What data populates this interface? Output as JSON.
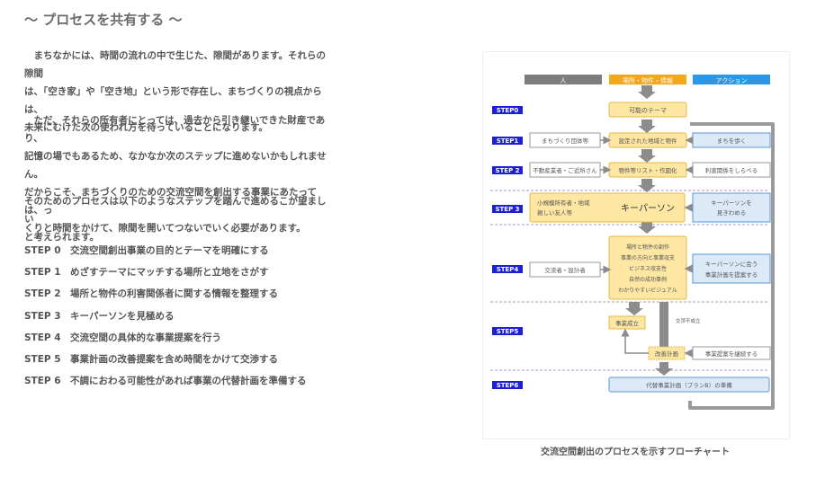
{
  "heading": "〜 プロセスを共有する 〜",
  "paragraphs": [
    "　まちなかには、時間の流れの中で生じた、隙間があります。それらの隙間\nは、「空き家」や「空き地」という形で存在し、まちづくりの視点からは、\n未来にむけた次の使われ方を待っていることになります。",
    "　ただ、それらの所有者にとっては、過去から引き継いできた財産であり、\n記憶の場でもあるため、なかなか次のステップに進めないかもしれません。\nだからこそ、まちづくりのための交流空間を創出する事業にあたっては、っ\nくりと時間をかけて、隙間を開いてつないでいく必要があります。",
    "そのためのプロセスは以下のようなステップを踏んで進めるこが望ましい\nと考えられます。"
  ],
  "steps": [
    "STEP 0　交流空間創出事業の目的とテーマを明確にする",
    "STEP 1　めざすテーマにマッチする場所と立地をさがす",
    "STEP 2　場所と物件の利害関係者に関する情報を整理する",
    "STEP 3　キーパーソンを見極める",
    "STEP 4　交流空間の具体的な事業提案を行う",
    "STEP 5　事業計画の改善提案を含め時間をかけて交渉する",
    "STEP 6　不調におわる可能性があれば事業の代替計画を準備する"
  ],
  "caption": "交流空間創出のプロセスを示すフローチャート",
  "flowchart": {
    "headers": [
      "人",
      "場所・物件・情報",
      "アクション"
    ],
    "step_labels": [
      "STEP0",
      "STEP1",
      "STEP 2",
      "STEP 3",
      "STEP4",
      "STEP5",
      "STEP6"
    ],
    "boxes": {
      "theme": "可能のテーマ",
      "matched": "設定された地域と物件",
      "walk": "まちを歩く",
      "local": "まちづくり団体等",
      "list": "物件等リスト・作図化",
      "owners": "不動産業者・ご近所さん",
      "investigate": "利害関係をしらべる",
      "people_line1": "小規模所有者・地域",
      "people_line2": "親しい友人等",
      "keyperson": "キーパーソン",
      "see_line1": "キーパーソンを",
      "see_line2": "見きわめる",
      "proposal_lines": [
        "場所と物件の創作",
        "事業の方向と事業収支",
        "ビジネス収支性",
        "自然の成功事例",
        "わかりやすいビジュアル"
      ],
      "planner": "交流者・設計者",
      "meet_line1": "キーパーソンに会う",
      "meet_line2": "事業計画を提案する",
      "established": "事業成立",
      "not_established": "交渉不成立",
      "improve": "改善計画",
      "continue": "事業提案を継続する",
      "alternative": "代替事業計画（プランB）の準備"
    }
  },
  "colors": {
    "header_person": "#7d7d7d",
    "header_place": "#f2a71c",
    "header_action": "#2a97e8",
    "step_label": "#1d1fd6",
    "yellow_fill": "#fde7a3",
    "yellow_border": "#e6b84a",
    "blue_fill": "#dceaf8",
    "blue_border": "#5b95d6",
    "arrow": "#8c8c8c"
  }
}
